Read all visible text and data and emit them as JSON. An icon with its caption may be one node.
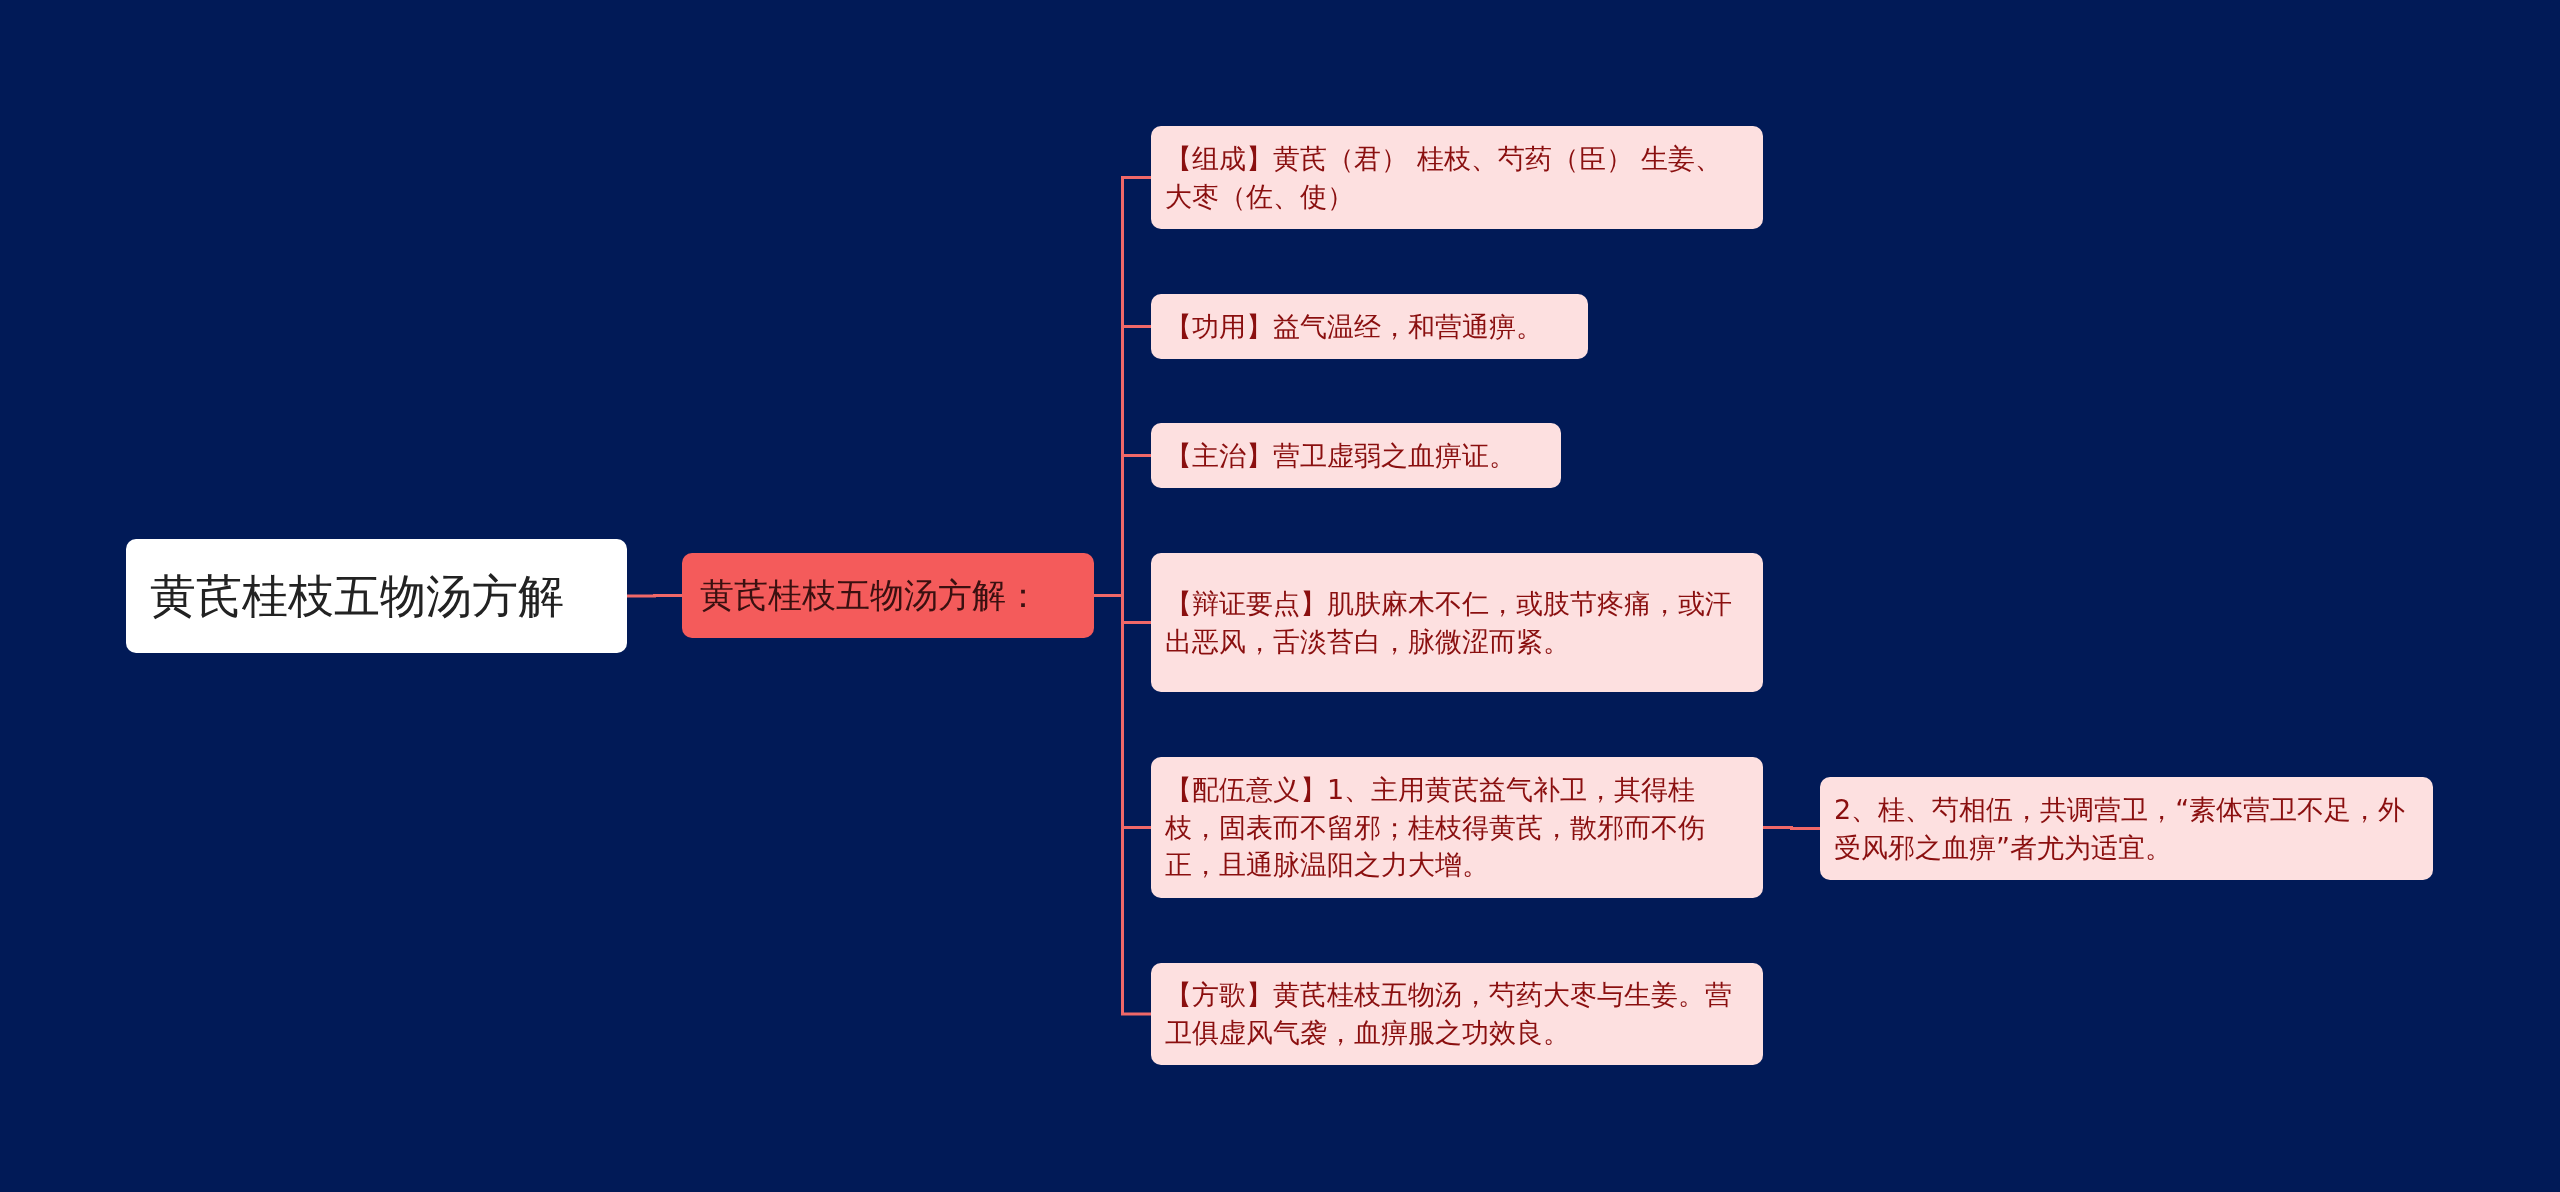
{
  "diagram": {
    "nodes": [
      {
        "text": [
          "黄芪桂枝五物汤方解"
        ]
      },
      {
        "text": [
          "黄芪桂枝五物汤方解："
        ]
      },
      {
        "text": [
          "【组成】黄芪（君） 桂枝、芍药（臣） 生姜、大枣（佐、使）"
        ]
      },
      {
        "text": [
          "【功用】益气温经，和营通痹。"
        ]
      },
      {
        "text": [
          "【主治】营卫虚弱之血痹证。"
        ]
      },
      {
        "text": [
          "【辩证要点】肌肤麻木不仁，或肢节疼痛，或汗出恶风，舌淡苔白，脉微涩而紧。"
        ]
      },
      {
        "text": [
          "【配伍意义】1、主用黄芪益气补卫，其得桂枝，固表而不留邪；桂枝得黄芪，散邪而不伤正，且通脉温阳之力大增。"
        ]
      },
      {
        "text": [
          "【方歌】黄芪桂枝五物汤，芍药大枣与生姜。营卫俱虚风气袭，血痹服之功效良。"
        ]
      },
      {
        "text": [
          "2、桂、芍相伍，共调营卫，“素体营卫不足，外受风邪之血痹”者尤为适宜。"
        ]
      }
    ],
    "edges": [
      {
        "from": 0,
        "to": 1,
        "arrow": "none"
      },
      {
        "from": 1,
        "to": 2,
        "arrow": "none"
      },
      {
        "from": 1,
        "to": 3,
        "arrow": "none"
      },
      {
        "from": 1,
        "to": 4,
        "arrow": "none"
      },
      {
        "from": 1,
        "to": 5,
        "arrow": "none"
      },
      {
        "from": 1,
        "to": 6,
        "arrow": "none"
      },
      {
        "from": 1,
        "to": 7,
        "arrow": "none"
      },
      {
        "from": 6,
        "to": 8,
        "arrow": "none"
      }
    ]
  }
}
